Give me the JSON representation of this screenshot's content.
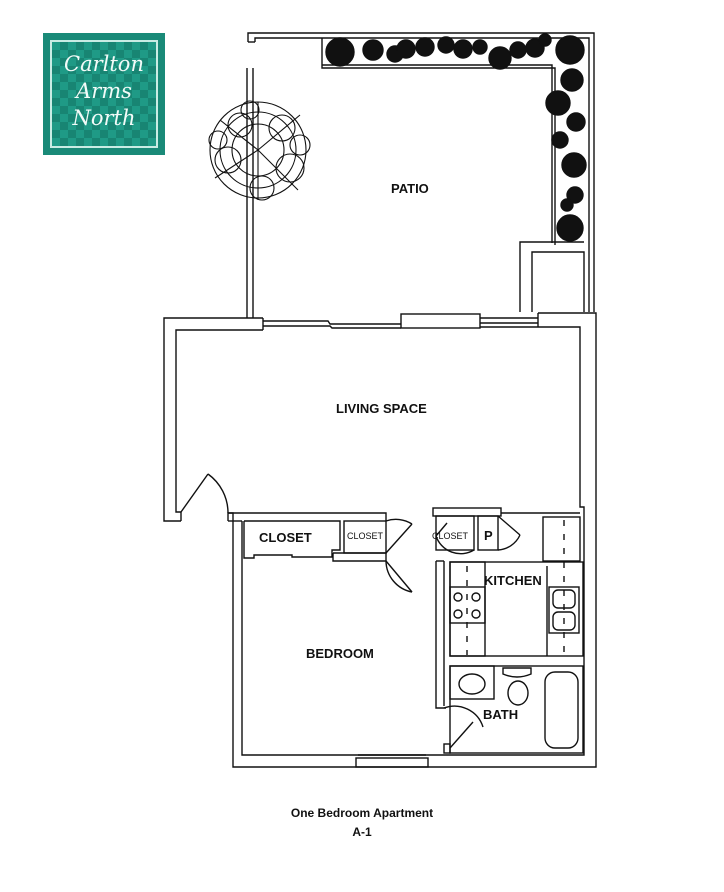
{
  "logo": {
    "lines": [
      "Carlton",
      "Arms",
      "North"
    ],
    "bg_color": "#1a8a78"
  },
  "rooms": {
    "patio": "PATIO",
    "living": "LIVING SPACE",
    "closet_large": "CLOSET",
    "closet_small_1": "CLOSET",
    "closet_small_2": "CLOSET",
    "pantry": "P",
    "kitchen": "KITCHEN",
    "bedroom": "BEDROOM",
    "bath": "BATH"
  },
  "caption": {
    "title": "One Bedroom Apartment",
    "unit": "A-1"
  }
}
